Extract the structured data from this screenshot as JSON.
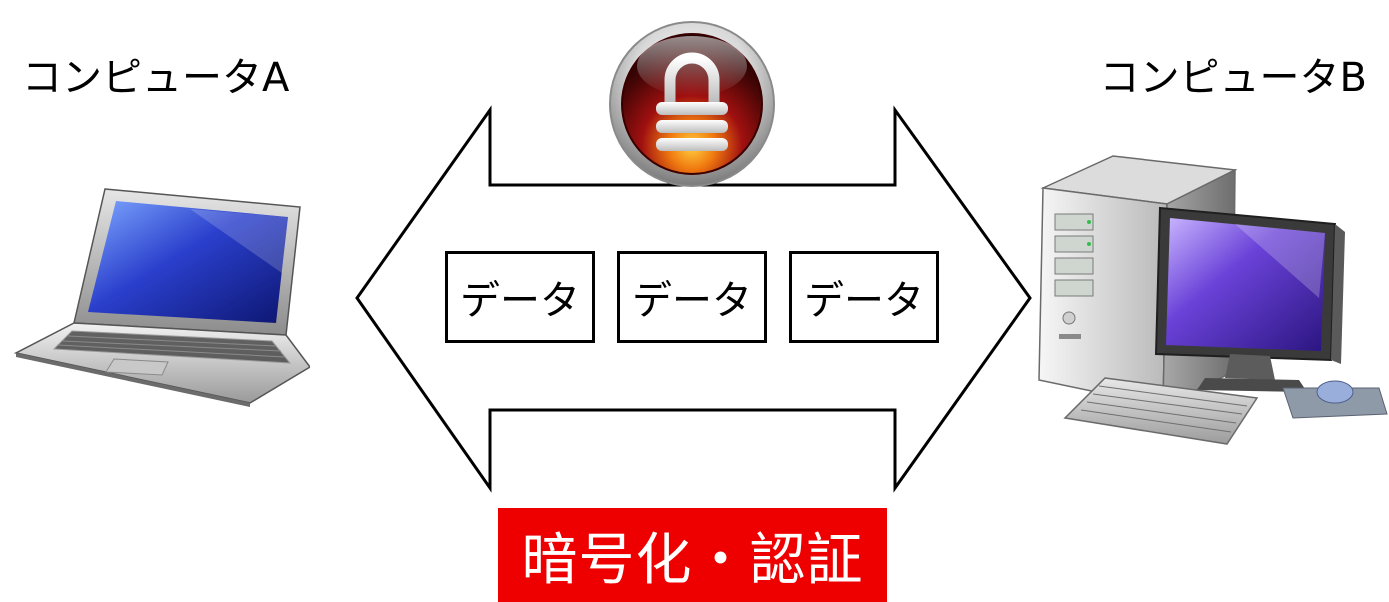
{
  "computers": {
    "a": {
      "label": "コンピュータA",
      "icon": "laptop-icon"
    },
    "b": {
      "label": "コンピュータB",
      "icon": "desktop-computer-icon"
    }
  },
  "transfer": {
    "icon": "padlock-icon",
    "packets": [
      "データ",
      "データ",
      "データ"
    ]
  },
  "caption": "暗号化・認証",
  "colors": {
    "caption_background": "#ee0000",
    "caption_text": "#ffffff",
    "arrow_outline": "#000000"
  }
}
